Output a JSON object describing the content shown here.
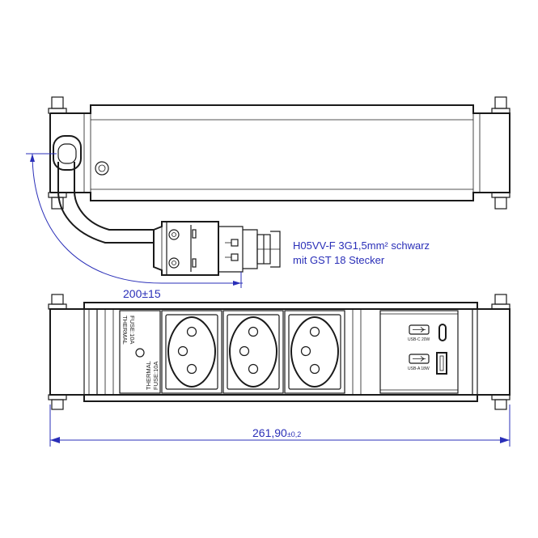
{
  "cable_label": {
    "line1": "H05VV-F 3G1,5mm² schwarz",
    "line2": "mit GST 18 Stecker"
  },
  "dimensions": {
    "cable_length": "200±15",
    "total_width_value": "261,90",
    "total_width_tolerance": "±0,2"
  },
  "fuse_module": {
    "left_line1": "THERMAL",
    "left_line2": "FUSE:10A",
    "right_line1": "THERMAL",
    "right_line2": "FUSE:10A"
  },
  "usb_module": {
    "usb_c_label": "USB-C 20W",
    "usb_a_label": "USB-A 18W"
  },
  "colors": {
    "line": "#1a1a1a",
    "dimension": "#2a2fb8"
  },
  "icons": [
    "usb-c-port-icon",
    "usb-a-port-icon",
    "power-socket-icon",
    "thermal-fuse-button-icon"
  ]
}
